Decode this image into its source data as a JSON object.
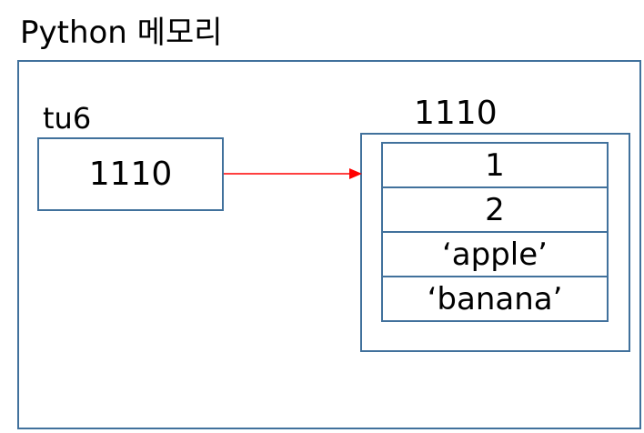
{
  "title": "Python 메모리",
  "variable": {
    "name": "tu6",
    "value": "1110"
  },
  "object": {
    "address": "1110",
    "items": [
      "1",
      "2",
      "‘apple’",
      "‘banana’"
    ]
  },
  "colors": {
    "box_border": "#41719c",
    "arrow": "#ff0000"
  }
}
